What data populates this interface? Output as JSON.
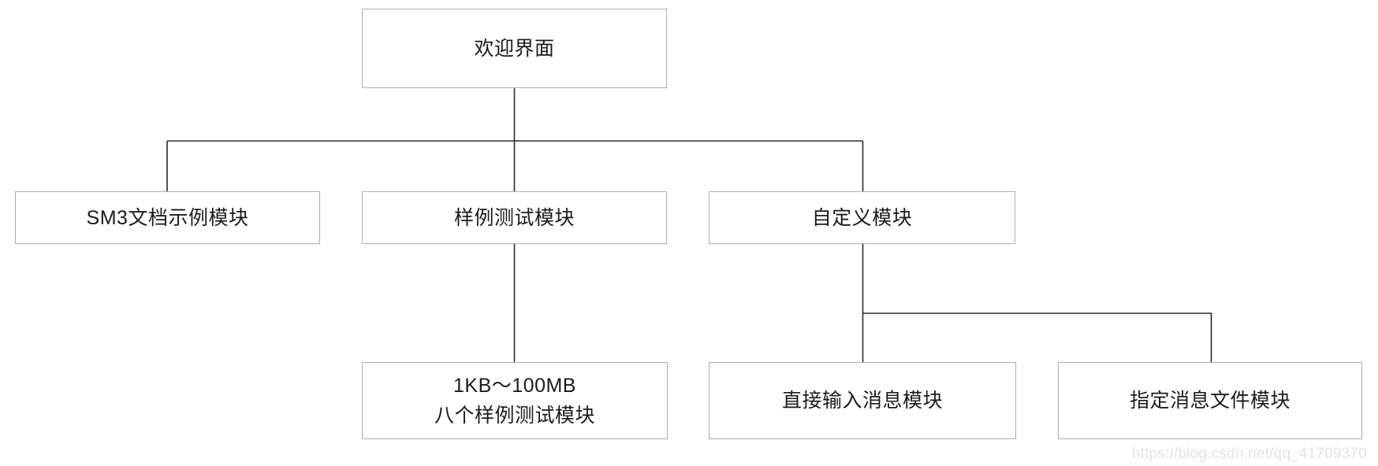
{
  "diagram": {
    "title": "SM3 module hierarchy flow chart",
    "background_color": "#ffffff",
    "border_color": "#adadad",
    "edge_color": "#2b2b2b",
    "text_color": "#1b1b1b",
    "nodes": {
      "root": {
        "label": "欢迎界面"
      },
      "sm3_doc": {
        "label": "SM3文档示例模块"
      },
      "sample_test": {
        "label": "样例测试模块"
      },
      "custom": {
        "label": "自定义模块"
      },
      "size_range": {
        "line1": "1KB～100MB",
        "line2": "八个样例测试模块"
      },
      "direct_input": {
        "label": "直接输入消息模块"
      },
      "file_select": {
        "label": "指定消息文件模块"
      }
    },
    "watermark": "https://blog.csdn.net/qq_41709370"
  }
}
